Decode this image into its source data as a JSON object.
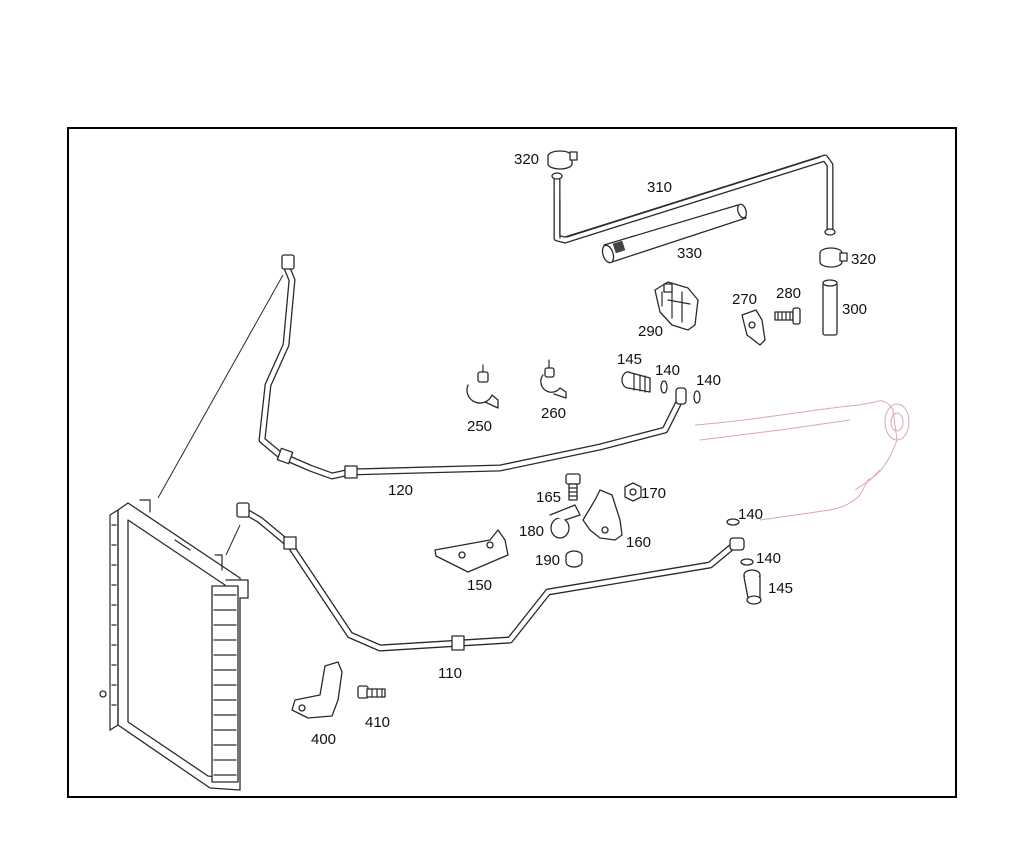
{
  "labels": {
    "p110": "110",
    "p120": "120",
    "p140a": "140",
    "p140b": "140",
    "p140c": "140",
    "p140d": "140",
    "p145a": "145",
    "p145b": "145",
    "p150": "150",
    "p160": "160",
    "p165": "165",
    "p170": "170",
    "p180": "180",
    "p190": "190",
    "p250": "250",
    "p260": "260",
    "p270": "270",
    "p280": "280",
    "p290": "290",
    "p300": "300",
    "p310": "310",
    "p320a": "320",
    "p320b": "320",
    "p330": "330",
    "p400": "400",
    "p410": "410"
  }
}
